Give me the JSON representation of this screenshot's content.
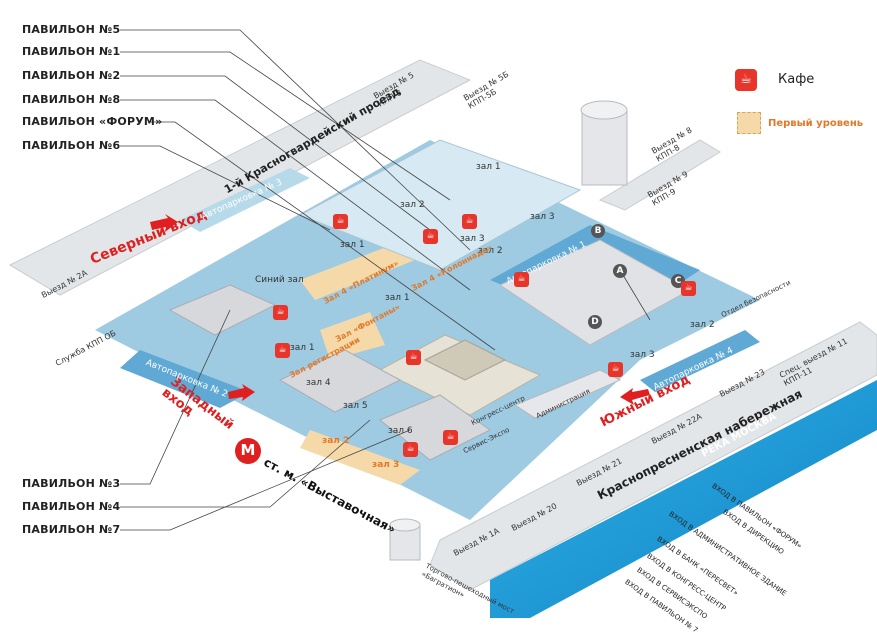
{
  "pavilion_labels": [
    "ПАВИЛЬОН №5",
    "ПАВИЛЬОН №1",
    "ПАВИЛЬОН №2",
    "ПАВИЛЬОН №8",
    "ПАВИЛЬОН «ФОРУМ»",
    "ПАВИЛЬОН №6",
    "ПАВИЛЬОН №3",
    "ПАВИЛЬОН №4",
    "ПАВИЛЬОН №7"
  ],
  "legend": {
    "cafe": "Кафе",
    "first_level": "Первый уровень",
    "cafe_icon": "coffee-cup-icon"
  },
  "entrances": {
    "north": "Северный вход",
    "west": "Западный вход",
    "south": "Южный вход"
  },
  "metro": {
    "letter": "M",
    "station": "ст. м. «Выставочная»"
  },
  "streets": {
    "proezd": "1-й Красногвардейский проезд",
    "embankment": "Краснопресненская набережная",
    "river": "РЕКА МОСКВА"
  },
  "parkings": {
    "p1": "Автопарковка № 1",
    "p2": "Автопарковка № 2",
    "p3": "Автопарковка № 3",
    "p4a": "Автопарковка № 4",
    "p4b": "Автопарковка № 4"
  },
  "exits": {
    "e5": "Выезд № 5\nКПП-3",
    "e5b": "Выезд № 5Б\nКПП-5Б",
    "e8": "Выезд № 8\nКПП-8",
    "e9": "Выезд № 9\nКПП-9",
    "e2a": "Выезд № 2А",
    "e23": "Выезд № 23",
    "e22a": "Выезд № 22А",
    "e21": "Выезд № 21",
    "e20": "Выезд № 20",
    "e1a": "Выезд № 1А",
    "e11": "Спец. выезд № 11\nКПП-11"
  },
  "service": "Служба КПП ОБ",
  "halls": [
    "зал 1",
    "зал 2",
    "зал 3",
    "зал 1",
    "зал 2",
    "зал 3",
    "зал 1",
    "зал 2",
    "зал 3",
    "зал 4",
    "зал 5",
    "зал 6",
    "зал 1",
    "зал 2",
    "зал 3"
  ],
  "special_halls": {
    "sinij": "Синий зал",
    "platinum": "Зал 4 «Платинум»",
    "kolonnada": "Зал 4 «Колоннада»",
    "fontany": "Зал «Фонтаны»",
    "registration": "Зал регистрации"
  },
  "sectors": [
    "A",
    "B",
    "C",
    "D"
  ],
  "buildings": {
    "admin": "Администрация",
    "congress": "Конгресс-центр",
    "service_expo": "Сервис-Экспо",
    "security": "Отдел безопасности"
  },
  "entrance_labels": [
    "ВХОД В ПАВИЛЬОН «ФОРУМ»",
    "ВХОД В ДИРЕКЦИЮ",
    "ВХОД В АДМИНИСТРАТИВНОЕ ЗДАНИЕ",
    "ВХОД В БАНК «ПЕРЕСВЕТ»",
    "ВХОД В КОНГРЕСС-ЦЕНТР",
    "ВХОД В СЕРВИСЭКСПО",
    "ВХОД В ПАВИЛЬОН № 7"
  ],
  "bridge": "Торгово-пешеходный мост «Багратион»",
  "colors": {
    "water": "#1a9ad6",
    "ground": "#9ecbe2",
    "road": "#dfe3e6",
    "first_level": "#f6d9a8",
    "accent": "#e02020",
    "cafe": "#e8352b"
  }
}
